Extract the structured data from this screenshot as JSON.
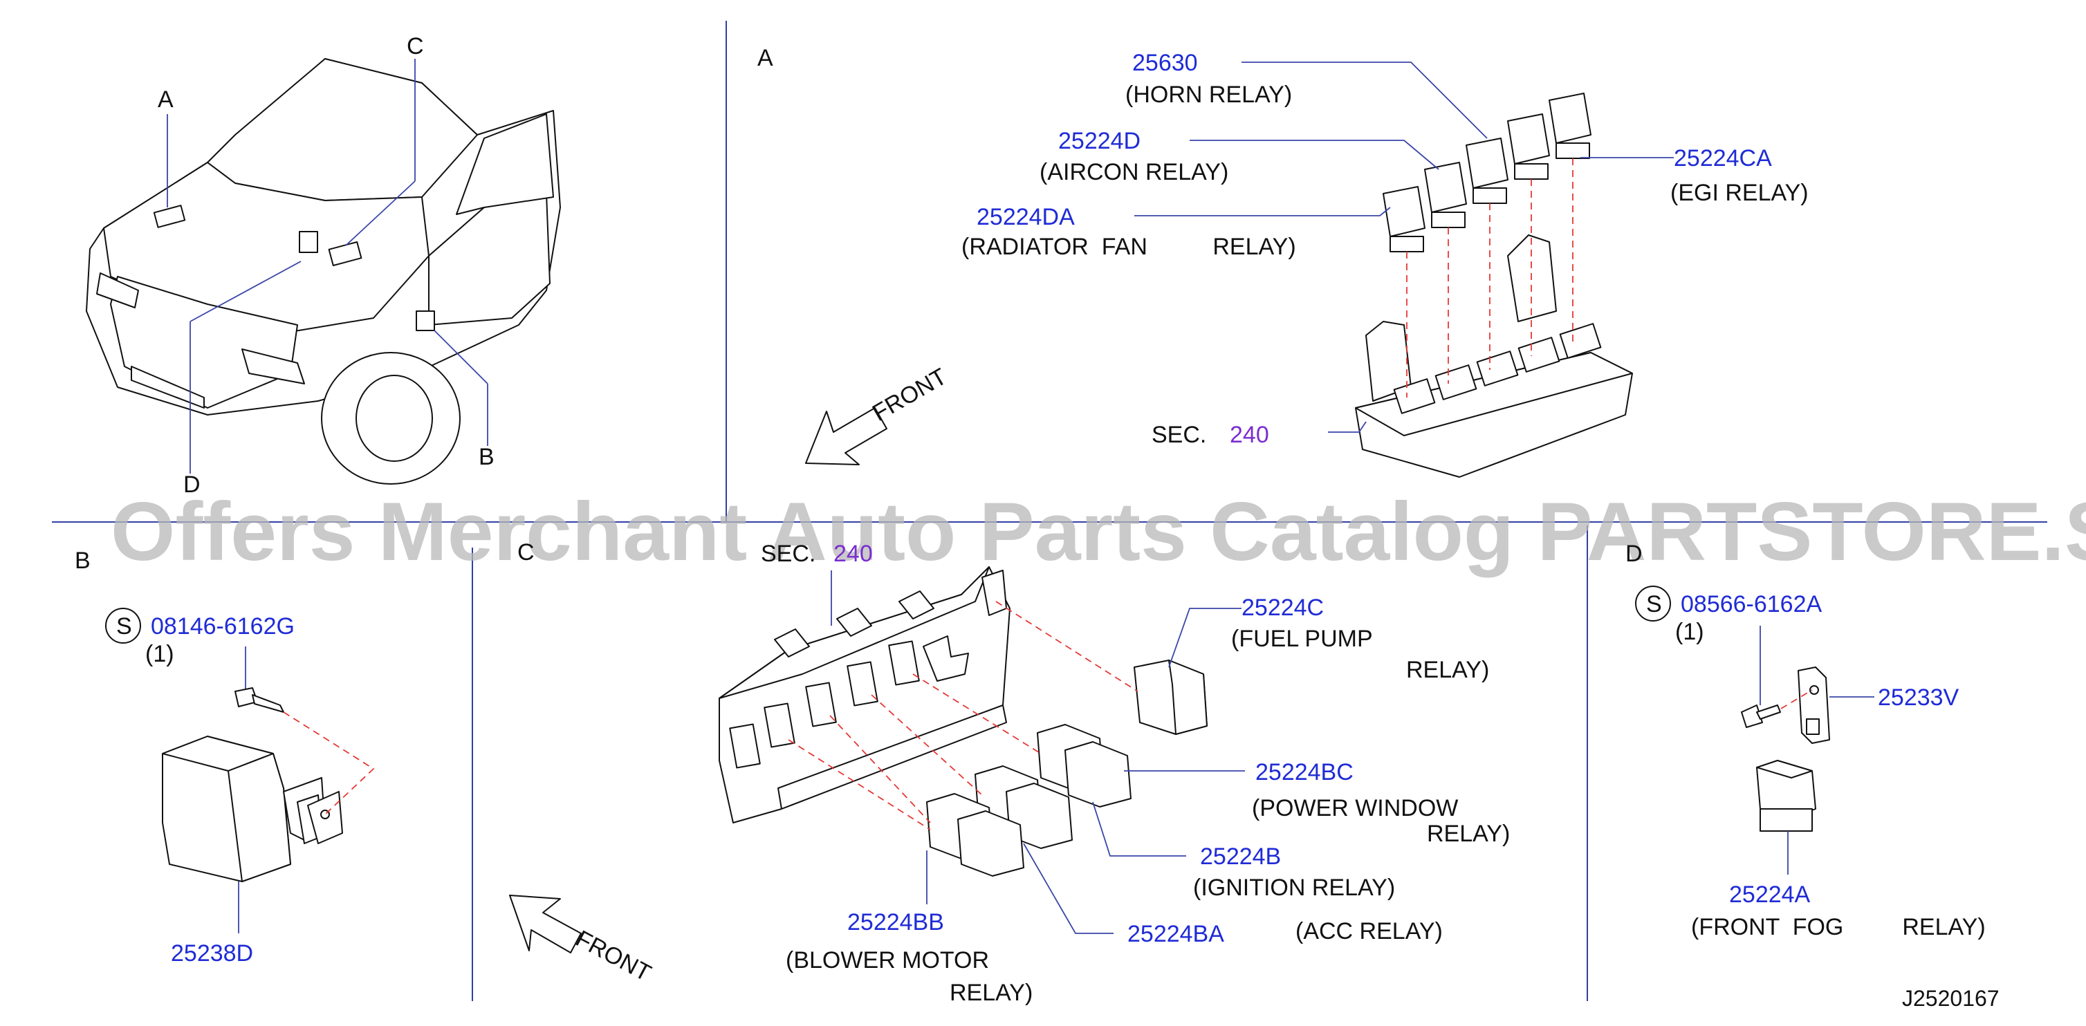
{
  "section_labels": {
    "a": "A",
    "b": "B",
    "c": "C",
    "d": "D"
  },
  "car_callouts": {
    "a": "A",
    "b": "B",
    "c": "C",
    "d": "D"
  },
  "watermark": "Offers Merchant Auto Parts Catalog PARTSTORE.SA",
  "section_a": {
    "horn": {
      "pn": "25630",
      "desc": "(HORN  RELAY)"
    },
    "aircon": {
      "pn": "25224D",
      "desc": "(AIRCON  RELAY)"
    },
    "radiator": {
      "pn": "25224DA",
      "desc": "(RADIATOR  FAN          RELAY)"
    },
    "egi": {
      "pn": "25224CA",
      "desc": "(EGI  RELAY)"
    },
    "sec_prefix": "SEC.",
    "sec_num": "240",
    "front": "FRONT"
  },
  "section_b": {
    "screw_symbol": "S",
    "screw_pn": "08146-6162G",
    "screw_qty": "(1)",
    "relay_pn": "25238D"
  },
  "section_c": {
    "sec_prefix": "SEC.",
    "sec_num": "240",
    "fuel": {
      "pn": "25224C",
      "desc1": "(FUEL  PUMP",
      "desc2": "RELAY)"
    },
    "power_window": {
      "pn": "25224BC",
      "desc1": "(POWER  WINDOW",
      "desc2": "RELAY)"
    },
    "ignition": {
      "pn": "25224B",
      "desc": "(IGNITION  RELAY)"
    },
    "acc": {
      "pn": "25224BA",
      "desc": "(ACC  RELAY)"
    },
    "blower": {
      "pn": "25224BB",
      "desc1": "(BLOWER  MOTOR",
      "desc2": "RELAY)"
    },
    "front": "FRONT"
  },
  "section_d": {
    "screw_symbol": "S",
    "screw_pn": "08566-6162A",
    "screw_qty": "(1)",
    "bracket_pn": "25233V",
    "relay_pn": "25224A",
    "relay_desc": "(FRONT  FOG         RELAY)"
  },
  "diagram_code": "J2520167"
}
